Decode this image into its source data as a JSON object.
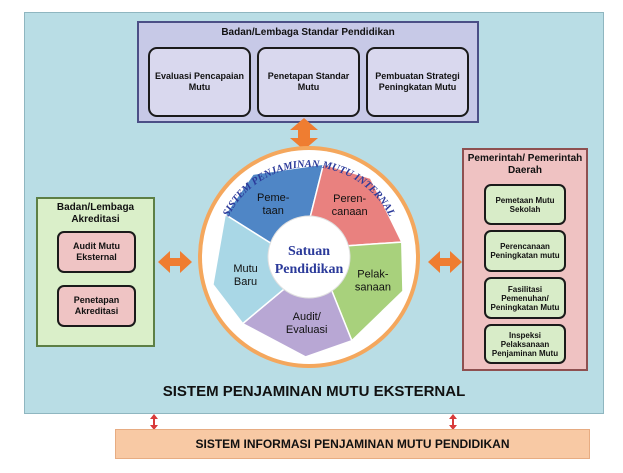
{
  "standar": {
    "title": "Badan/Lembaga Standar Pendidikan",
    "boxes": [
      {
        "label": "Evaluasi Pencapaian Mutu"
      },
      {
        "label": "Penetapan Standar Mutu"
      },
      {
        "label": "Pembuatan Strategi Peningkatan Mutu"
      }
    ]
  },
  "akreditasi": {
    "title": "Badan/Lembaga Akreditasi",
    "boxes": [
      {
        "label": "Audit Mutu Eksternal"
      },
      {
        "label": "Penetapan Akreditasi"
      }
    ]
  },
  "pemerintah": {
    "title": "Pemerintah/ Pemerintah Daerah",
    "boxes": [
      {
        "label": "Pemetaan Mutu Sekolah"
      },
      {
        "label": "Perencanaan Peningkatan mutu"
      },
      {
        "label": "Fasilitasi Pemenuhan/ Peningkatan Mutu"
      },
      {
        "label": "Inspeksi Pelaksanaan Penjaminan Mutu"
      }
    ]
  },
  "internal": {
    "ring_label": "SISTEM PENJAMINAN MUTU INTERNAL",
    "center_label": "Satuan Pendidikan",
    "segments": [
      {
        "label": "Pemetaan",
        "line1": "Peme-",
        "line2": "taan",
        "color": "#4f86c6"
      },
      {
        "label": "Perencanaan",
        "line1": "Peren-",
        "line2": "canaan",
        "color": "#e9817f"
      },
      {
        "label": "Pelaksanaan",
        "line1": "Pelak-",
        "line2": "sanaan",
        "color": "#a8d17c"
      },
      {
        "label": "Audit/Evaluasi",
        "line1": "Audit/",
        "line2": "Evaluasi",
        "color": "#b8a7d4"
      },
      {
        "label": "Mutu Baru",
        "line1": "Mutu",
        "line2": "Baru",
        "color": "#a9d7e6"
      }
    ]
  },
  "eksternal_label": "SISTEM PENJAMINAN MUTU EKSTERNAL",
  "info_bar_label": "SISTEM INFORMASI PENJAMINAN MUTU PENDIDIKAN",
  "colors": {
    "arrow": "#ef7d31",
    "arrow_red": "#d83a3a",
    "ring_text": "#2b3a9a",
    "center_text": "#2b3a9a"
  }
}
